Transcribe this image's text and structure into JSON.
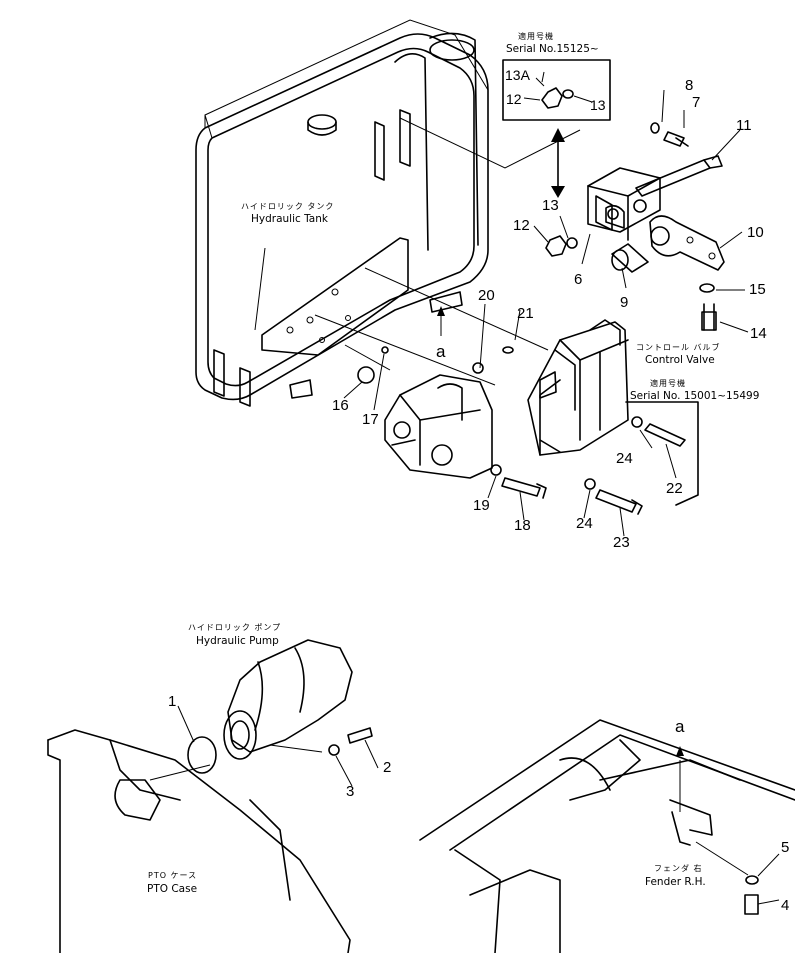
{
  "callouts": {
    "n1": "1",
    "n2": "2",
    "n3": "3",
    "n4": "4",
    "n5": "5",
    "n6": "6",
    "n7": "7",
    "n8": "8",
    "n9": "9",
    "n10": "10",
    "n11": "11",
    "n12": "12",
    "n12b": "12",
    "n13": "13",
    "n13b": "13",
    "n13a": "13A",
    "n14": "14",
    "n15": "15",
    "n16": "16",
    "n17": "17",
    "n18": "18",
    "n19": "19",
    "n20": "20",
    "n21": "21",
    "n22": "22",
    "n23": "23",
    "n24": "24",
    "n24b": "24"
  },
  "labels": {
    "hydraulic_tank_jp": "ハイドロリック タンク",
    "hydraulic_tank_en": "Hydraulic Tank",
    "control_valve_jp": "コントロール バルブ",
    "control_valve_en": "Control Valve",
    "hydraulic_pump_jp": "ハイドロリック ポンプ",
    "hydraulic_pump_en": "Hydraulic Pump",
    "pto_case_jp": "PTO ケース",
    "pto_case_en": "PTO Case",
    "fender_jp": "フェンダ 右",
    "fender_en": "Fender R.H.",
    "serial_top_jp": "適用号機",
    "serial_top_en": "Serial No.15125~",
    "serial_mid_jp": "適用号機",
    "serial_mid_en": "Serial No. 15001~15499",
    "ref_a_top": "a",
    "ref_a_bottom": "a"
  }
}
